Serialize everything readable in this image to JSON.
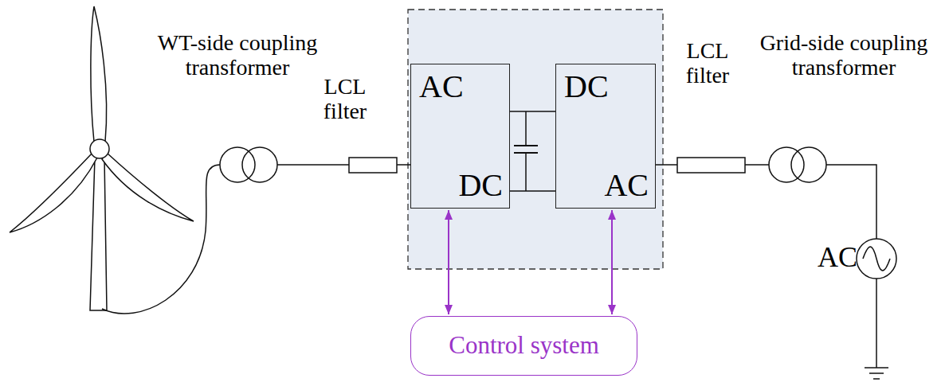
{
  "diagram": {
    "nodes": [
      {
        "text": [
          "AC",
          "DC"
        ]
      },
      {
        "text": [
          "DC",
          "AC"
        ]
      },
      {
        "text": [
          "Control system"
        ]
      }
    ],
    "edges": [
      {
        "from": 0,
        "to": 1,
        "arrow": "none"
      },
      {
        "from": 0,
        "to": 1,
        "arrow": "none"
      },
      {
        "from": 0,
        "to": 2,
        "arrow": "both"
      },
      {
        "from": 1,
        "to": 2,
        "arrow": "both"
      }
    ],
    "labels": [
      "WT-side coupling transformer",
      "LCL filter",
      "LCL filter",
      "Grid-side coupling transformer",
      "AC"
    ]
  }
}
